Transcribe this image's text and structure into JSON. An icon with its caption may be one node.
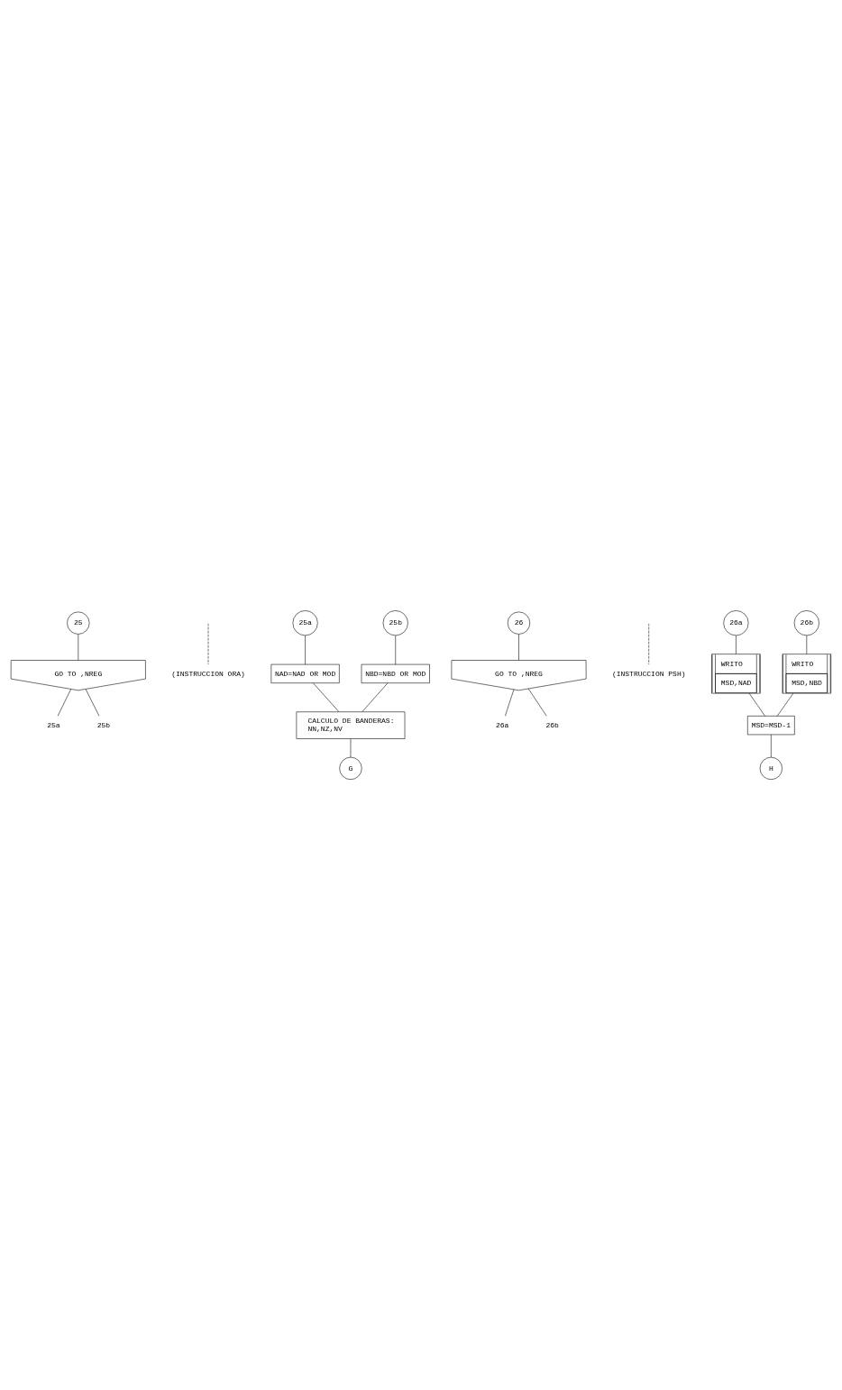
{
  "diagram": {
    "nodes": [
      {
        "text": [
          "25"
        ]
      },
      {
        "text": [
          "GO TO ,NREG"
        ]
      },
      {
        "text": [
          "25a"
        ]
      },
      {
        "text": [
          "25b"
        ]
      },
      {
        "text": [
          "(INSTRUCCION ORA)"
        ]
      },
      {
        "text": [
          "25a"
        ]
      },
      {
        "text": [
          "25b"
        ]
      },
      {
        "text": [
          "NAD=NAD OR MOD"
        ]
      },
      {
        "text": [
          "NBD=NBD OR MOD"
        ]
      },
      {
        "text": [
          "CALCULO DE BANDERAS:",
          "NN,NZ,NV"
        ]
      },
      {
        "text": [
          "G"
        ]
      },
      {
        "text": [
          "26"
        ]
      },
      {
        "text": [
          "GO TO ,NREG"
        ]
      },
      {
        "text": [
          "26a"
        ]
      },
      {
        "text": [
          "26b"
        ]
      },
      {
        "text": [
          "(INSTRUCCION PSH)"
        ]
      },
      {
        "text": [
          "26a"
        ]
      },
      {
        "text": [
          "26b"
        ]
      },
      {
        "text": [
          "WRITO",
          "MSD,NAD"
        ]
      },
      {
        "text": [
          "WRITO",
          "MSD,NBD"
        ]
      },
      {
        "text": [
          "MSD=MSD-1"
        ]
      },
      {
        "text": [
          "H"
        ]
      }
    ],
    "edges": [
      {
        "from": 0,
        "to": 1,
        "arrow": "none"
      },
      {
        "from": 1,
        "to": 2,
        "arrow": "none"
      },
      {
        "from": 1,
        "to": 3,
        "arrow": "none"
      },
      {
        "from": null,
        "to": 4,
        "arrow": "none",
        "style": "dashed"
      },
      {
        "from": 5,
        "to": 7,
        "arrow": "none"
      },
      {
        "from": 6,
        "to": 8,
        "arrow": "none"
      },
      {
        "from": 7,
        "to": 9,
        "arrow": "none"
      },
      {
        "from": 8,
        "to": 9,
        "arrow": "none"
      },
      {
        "from": 9,
        "to": 10,
        "arrow": "none"
      },
      {
        "from": 11,
        "to": 12,
        "arrow": "none"
      },
      {
        "from": 12,
        "to": 13,
        "arrow": "none"
      },
      {
        "from": 12,
        "to": 14,
        "arrow": "none"
      },
      {
        "from": null,
        "to": 15,
        "arrow": "none",
        "style": "dashed"
      },
      {
        "from": 16,
        "to": 18,
        "arrow": "none"
      },
      {
        "from": 17,
        "to": 19,
        "arrow": "none"
      },
      {
        "from": 18,
        "to": 20,
        "arrow": "none"
      },
      {
        "from": 19,
        "to": 20,
        "arrow": "none"
      },
      {
        "from": 20,
        "to": 21,
        "arrow": "none"
      }
    ]
  }
}
